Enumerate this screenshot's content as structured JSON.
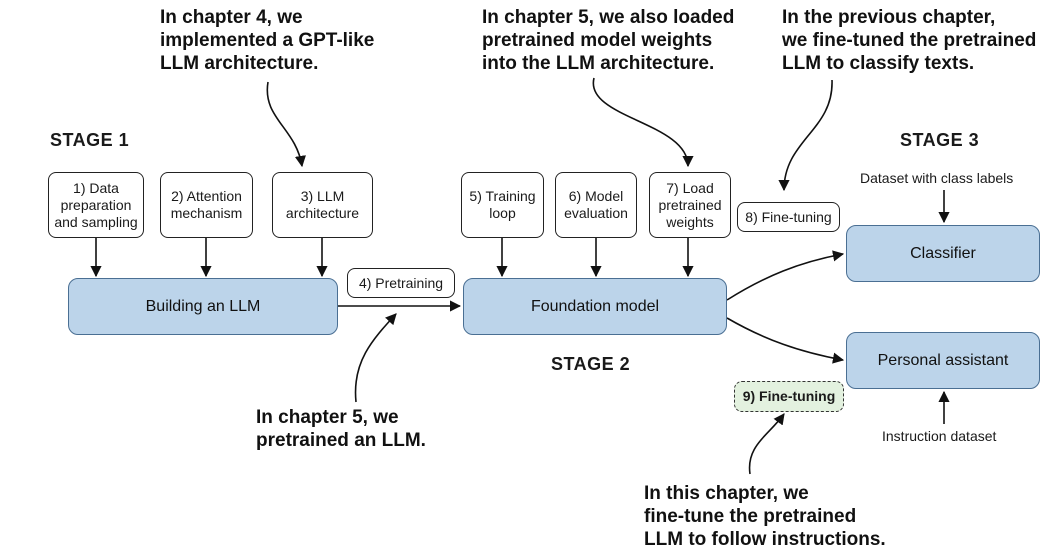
{
  "callouts": {
    "chapter4": "In chapter 4, we\nimplemented a GPT-like\nLLM architecture.",
    "chapter5_loaded": "In chapter 5, we also loaded\npretrained model weights\ninto the LLM architecture.",
    "previous_chapter": "In the previous chapter,\nwe fine-tuned the pretrained\nLLM to classify texts.",
    "chapter5_pretrained": "In chapter 5, we\npretrained an LLM.",
    "this_chapter": "In this chapter, we\nfine-tune the pretrained\nLLM to follow instructions."
  },
  "stages": {
    "stage1": "STAGE 1",
    "stage2": "STAGE 2",
    "stage3": "STAGE 3"
  },
  "steps": {
    "step1": "1) Data\npreparation\nand sampling",
    "step2": "2) Attention\nmechanism",
    "step3": "3) LLM\narchitecture",
    "step4": "4) Pretraining",
    "step5": "5) Training\nloop",
    "step6": "6) Model\nevaluation",
    "step7": "7) Load\npretrained\nweights",
    "step8": "8) Fine-tuning",
    "step9": "9) Fine-tuning"
  },
  "blocks": {
    "building": "Building an LLM",
    "foundation": "Foundation model",
    "classifier": "Classifier",
    "assistant": "Personal assistant"
  },
  "inputs": {
    "class_labels": "Dataset with class labels",
    "instruction": "Instruction dataset"
  },
  "colors": {
    "block_fill": "#bcd4ea",
    "block_border": "#4a6f93",
    "highlight_fill": "#e3f1df"
  }
}
